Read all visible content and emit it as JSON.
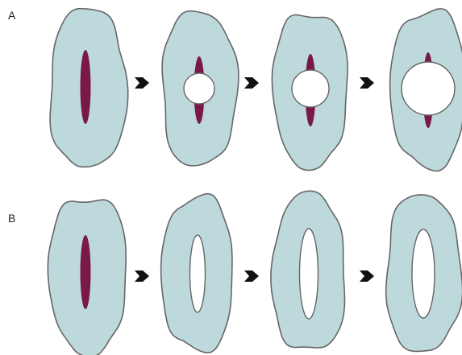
{
  "colors": {
    "background": "#ffffff",
    "cell_fill": "#bdd9dc",
    "cell_stroke": "#666666",
    "lesion": "#7a1848",
    "lumen": "#ffffff",
    "arrow": "#111111"
  },
  "rows": [
    {
      "label": "A",
      "stages": [
        {
          "lesion": true,
          "hole": "none"
        },
        {
          "lesion": true,
          "hole": "circle-small"
        },
        {
          "lesion": true,
          "hole": "circle-medium"
        },
        {
          "lesion": true,
          "hole": "circle-large"
        }
      ]
    },
    {
      "label": "B",
      "stages": [
        {
          "lesion": true,
          "hole": "none"
        },
        {
          "lesion": false,
          "hole": "slit-narrow"
        },
        {
          "lesion": false,
          "hole": "slit-medium"
        },
        {
          "lesion": false,
          "hole": "slit-wide"
        }
      ]
    }
  ],
  "arrow_icon": "chevron-right-icon"
}
